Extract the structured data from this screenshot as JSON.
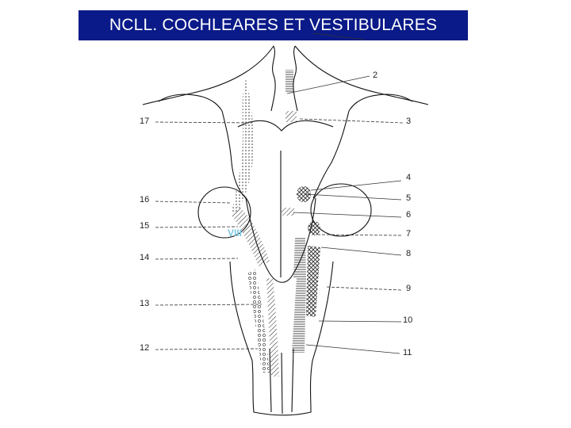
{
  "title": "NCLL. COCHLEARES ET VESTIBULARES",
  "colors": {
    "title_bg": "#0a1a88",
    "title_fg": "#ffffff",
    "roman_label": "#7ec8e3"
  },
  "roman_label": "VIII",
  "labels_right": [
    "2",
    "3",
    "4",
    "5",
    "6",
    "7",
    "8",
    "9",
    "10",
    "11"
  ],
  "labels_left": [
    "17",
    "16",
    "15",
    "14",
    "13",
    "12"
  ]
}
